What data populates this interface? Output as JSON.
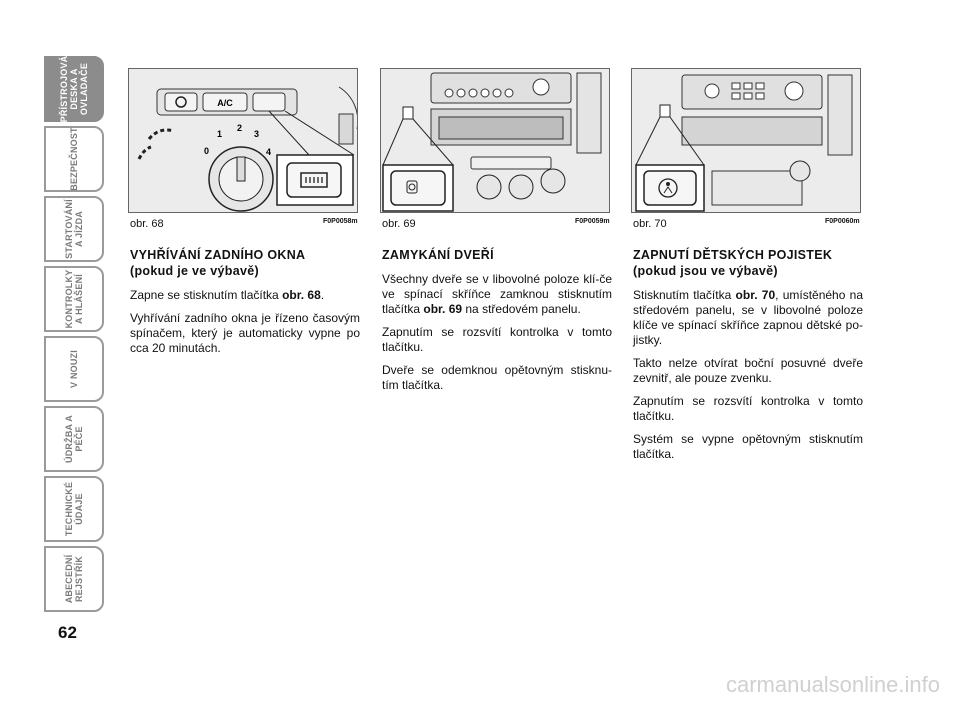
{
  "side_tabs": [
    "PŘÍSTROJOVÁ\nDESKA A\nOVLADAČE",
    "BEZPEČNOST",
    "STARTOVÁNÍ\nA JÍZDA",
    "KONTROLKY\nA HLÁŠENÍ",
    "V NOUZI",
    "ÚDRŽBA A\nPÉČE",
    "TECHNICKÉ\nÚDAJE",
    "ABECEDNÍ\nREJSTŘÍK"
  ],
  "page_number": "62",
  "figures": [
    {
      "caption": "obr. 68",
      "code": "F0P0058m",
      "btn_ac": "A/C",
      "dial_numbers": [
        "0",
        "1",
        "2",
        "3",
        "4"
      ]
    },
    {
      "caption": "obr. 69",
      "code": "F0P0059m"
    },
    {
      "caption": "obr. 70",
      "code": "F0P0060m"
    }
  ],
  "sections": [
    {
      "title": "VYHŘÍVÁNÍ ZADNÍHO OKNA",
      "subtitle": "(pokud je ve výbavě)",
      "p1_pre": "Zapne se stisknutím tlačítka ",
      "p1_ref": "obr. 68",
      "p1_post": ".",
      "p2": "Vyhřívání zadního okna je řízeno časovým spínačem, který je automaticky vypne po cca 20 minutách."
    },
    {
      "title": "ZAMYKÁNÍ DVEŘÍ",
      "p1_pre": "Všechny dveře se v libovolné poloze klí-če ve spínací skříňce zamknou stisknutím tlačítka ",
      "p1_ref": "obr. 69",
      "p1_post": " na středovém panelu.",
      "p2": "Zapnutím se rozsvítí kontrolka v tomto tlačítku.",
      "p3": "Dveře se odemknou opětovným stisknu-tím tlačítka."
    },
    {
      "title": "ZAPNUTÍ DĚTSKÝCH POJISTEK",
      "subtitle": "(pokud jsou ve výbavě)",
      "p1_pre": "Stisknutím tlačítka ",
      "p1_ref": "obr. 70",
      "p1_post": ", umístěného na středovém panelu, se v libovolné poloze klíče ve spínací skříňce zapnou dětské po-jistky.",
      "p2": "Takto nelze otvírat boční posuvné dveře zevnitř, ale pouze zvenku.",
      "p3": "Zapnutím se rozsvítí kontrolka v tomto tlačítku.",
      "p4": "Systém se vypne opětovným stisknutím tlačítka."
    }
  ],
  "watermark": "carmanualsonline.info"
}
